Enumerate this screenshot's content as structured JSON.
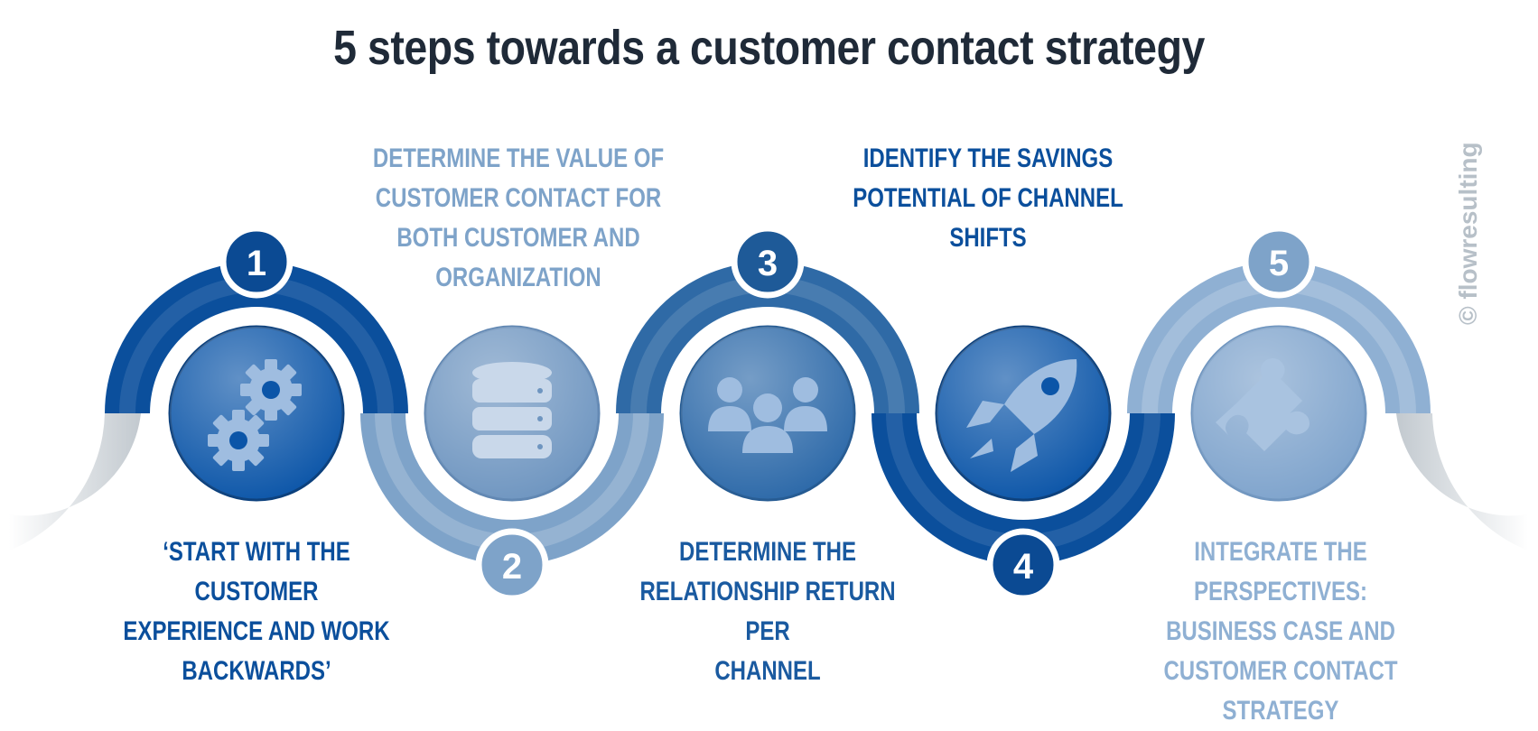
{
  "title": "5 steps towards a customer contact strategy",
  "watermark": "© flowresulting",
  "colors": {
    "step1": "#0b4f9c",
    "step2": "#7ea3c9",
    "step3": "#2f6aa6",
    "step4": "#0b4f9c",
    "step5": "#8fb0d3",
    "ribbon_grey": "#c9cfd4",
    "title": "#1f2a38"
  },
  "steps": [
    {
      "number": "1",
      "icon": "gears-icon",
      "lines": [
        "‘START WITH THE CUSTOMER",
        "EXPERIENCE AND WORK",
        "BACKWARDS’"
      ],
      "text_color": "#0b4f9c"
    },
    {
      "number": "2",
      "icon": "database-icon",
      "lines": [
        "DETERMINE THE VALUE OF",
        "CUSTOMER CONTACT FOR",
        "BOTH CUSTOMER AND",
        "ORGANIZATION"
      ],
      "text_color": "#7ea3c9"
    },
    {
      "number": "3",
      "icon": "people-icon",
      "lines": [
        "DETERMINE THE",
        "RELATIONSHIP RETURN PER",
        "CHANNEL"
      ],
      "text_color": "#1a5aa0"
    },
    {
      "number": "4",
      "icon": "rocket-icon",
      "lines": [
        "IDENTIFY THE SAVINGS",
        "POTENTIAL OF CHANNEL",
        "SHIFTS"
      ],
      "text_color": "#0b4f9c"
    },
    {
      "number": "5",
      "icon": "puzzle-icon",
      "lines": [
        "INTEGRATE THE PERSPECTIVES:",
        "BUSINESS CASE AND",
        "CUSTOMER CONTACT STRATEGY"
      ],
      "text_color": "#8fb0d3"
    }
  ]
}
